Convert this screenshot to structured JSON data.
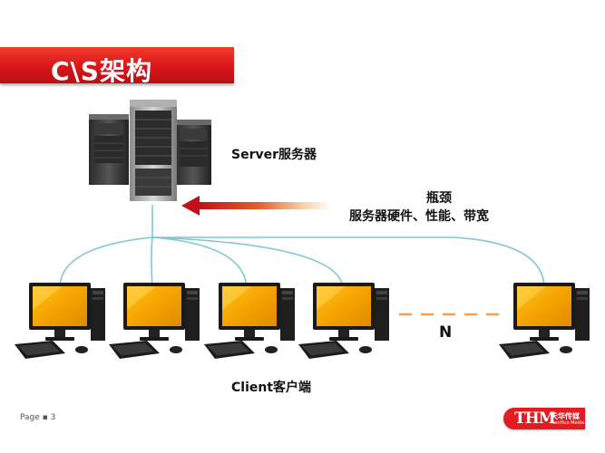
{
  "title": "C\\S架构",
  "server_label": "Server服务器",
  "bottleneck_title": "瓶颈",
  "bottleneck_desc": "服务器硬件、性能、带宽",
  "n_label": "N",
  "client_label": "Client客户端",
  "page_label": "Page ▪ 3",
  "logo": {
    "mark": "THM",
    "name": "天华传媒",
    "en": "TianHua Media"
  },
  "colors": {
    "band_red": "#d9161a",
    "line_teal": "#7fc8d0",
    "screen_orange": "#f5a300",
    "dash_orange": "#f0a050"
  },
  "icons": [
    "server-tower-icon",
    "monitor-icon",
    "keyboard-icon",
    "mouse-icon",
    "arrow-left-icon"
  ]
}
